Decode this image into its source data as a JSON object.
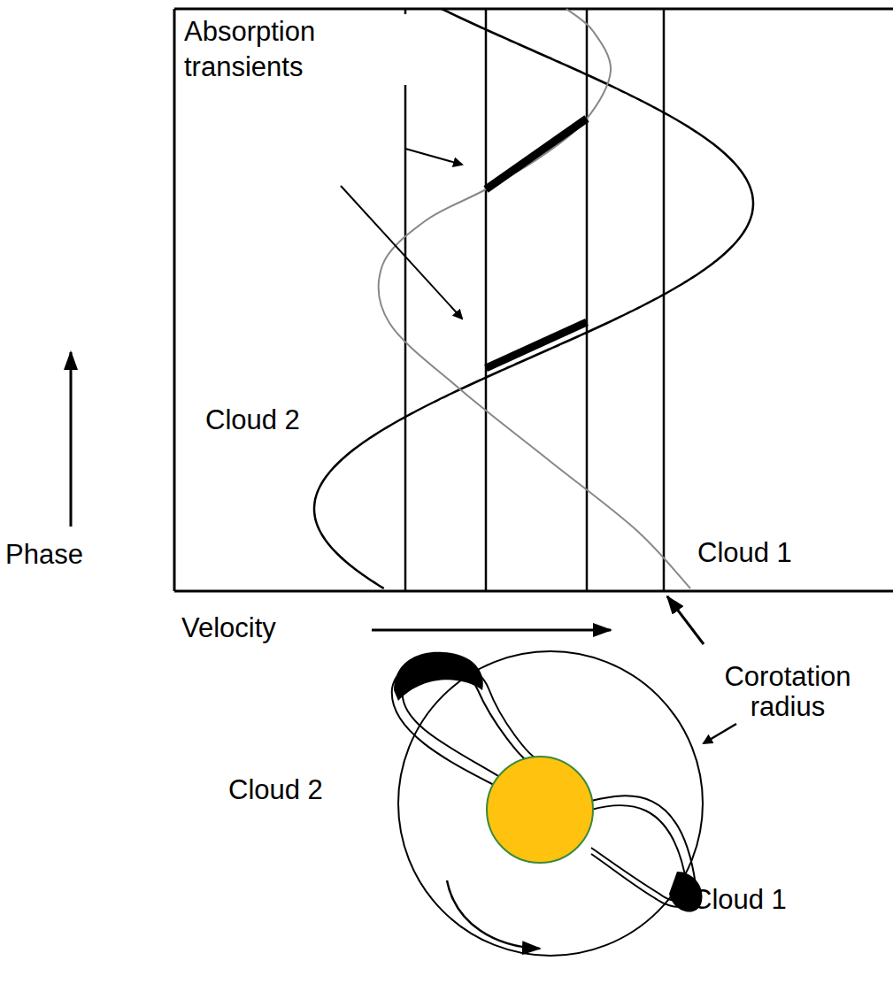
{
  "diagram": {
    "labels": [
      "Absorption transients",
      "Cloud 2",
      "Phase",
      "Cloud 1",
      "Velocity",
      "Corotation radius",
      "Cloud 2",
      "Cloud 1"
    ]
  }
}
